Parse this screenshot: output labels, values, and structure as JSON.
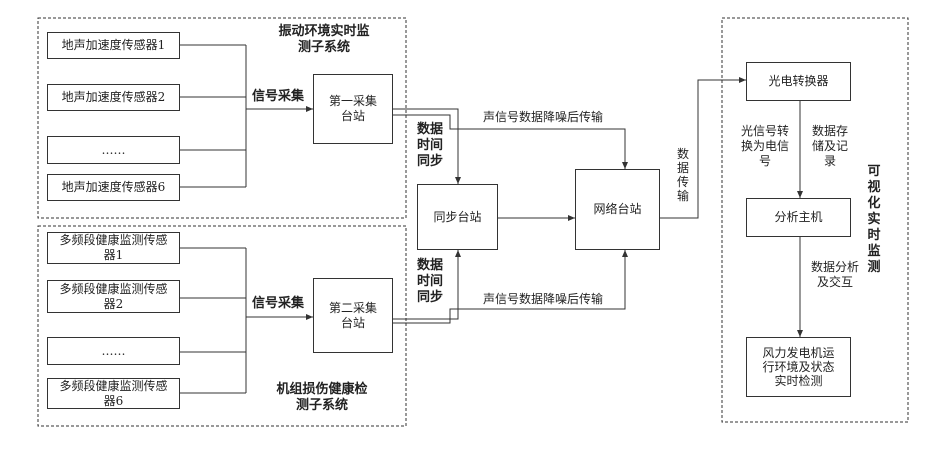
{
  "subsystem_vibration": {
    "title": "振动环境实时监\n测子系统",
    "sensors": [
      "地声加速度传感器1",
      "地声加速度传感器2",
      "……",
      "地声加速度传感器6"
    ],
    "signal_label": "信号采集",
    "station": "第一采集\n台站"
  },
  "subsystem_health": {
    "title": "机组损伤健康检\n测子系统",
    "sensors": [
      "多频段健康监测传感\n器1",
      "多频段健康监测传感\n器2",
      "……",
      "多频段健康监测传感\n器6"
    ],
    "signal_label": "信号采集",
    "station": "第二采集\n台站"
  },
  "sync_station": "同步台站",
  "network_station": "网络台站",
  "data_sync_top": "数据时间同步",
  "data_sync_bottom": "数据时间同步",
  "upper_transfer": "声信号数据降噪后传输",
  "lower_transfer": "声信号数据降噪后传输",
  "data_transfer": "数据传输",
  "visual_monitor": {
    "title": "可视化实时监测",
    "converter": "光电转换器",
    "convert_note": "光信号转换为电信号",
    "store_note": "数据存储及记录",
    "host": "分析主机",
    "analysis_note": "数据分析及交互",
    "output": "风力发电机运\n行环境及状态\n实时检测"
  }
}
